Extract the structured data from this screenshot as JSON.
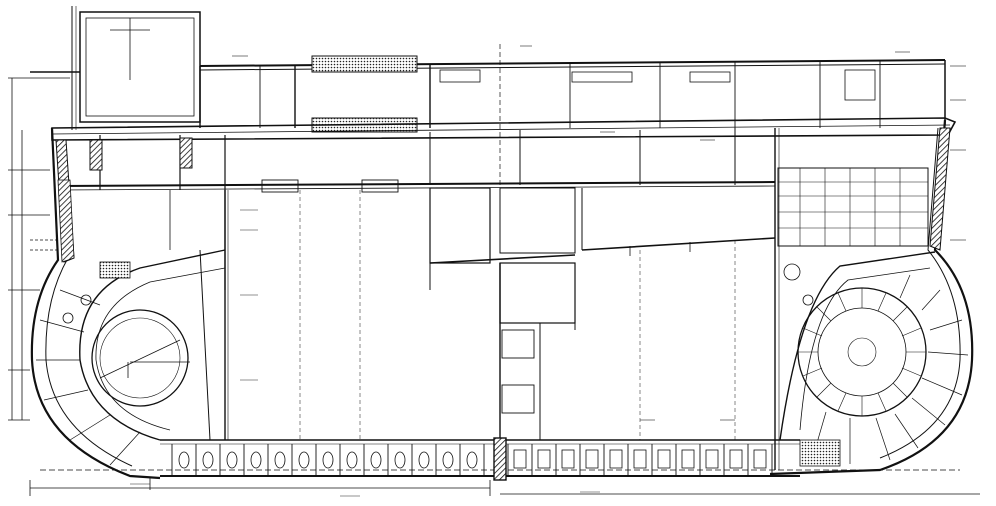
{
  "title": "",
  "components": [
    "hull-outline",
    "upper-deck",
    "second-deck",
    "port-bulge-framing",
    "starboard-bulge-framing",
    "double-bottom-floors",
    "longitudinal-bulkheads",
    "vertical-scale-left"
  ]
}
